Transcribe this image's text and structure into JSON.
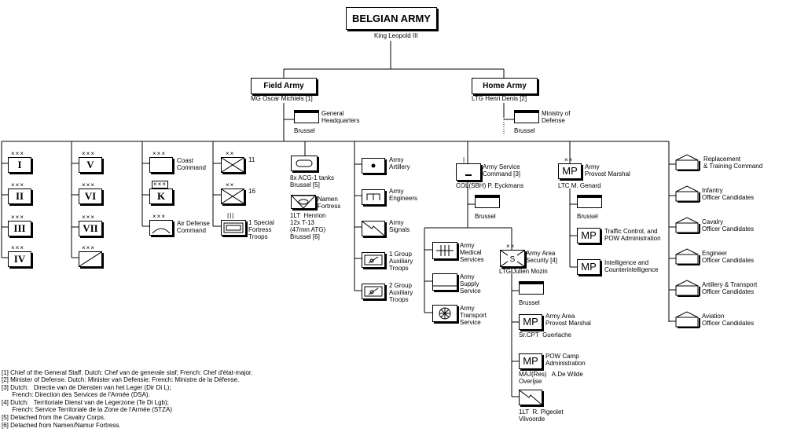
{
  "root": {
    "title": "BELGIAN ARMY",
    "commander": "King Leopold III"
  },
  "field_army": {
    "title": "Field Army",
    "commander": "MG  Oscar Michiels [1]"
  },
  "home_army": {
    "title": "Home Army",
    "commander": "LTG  Henri Denis [2]"
  },
  "general_hq": {
    "label": "General\nHeadquarters",
    "location": "Brussel"
  },
  "ministry": {
    "label": "Ministry of\nDefense",
    "location": "Brussel"
  },
  "corps": [
    "I",
    "II",
    "III",
    "IV",
    "V",
    "VI",
    "VII"
  ],
  "cavalry_mark": "K",
  "coast_command": "Coast\nCommand",
  "air_defense": "Air Defense\nCommand",
  "div_11": "11",
  "div_16": "16",
  "fortress_troops": "1 Special\nFortress\nTroops",
  "tanks": {
    "label": "8x ACG-1 tanks\nBrussel [5]"
  },
  "namen": {
    "label": "Namen\nFortress",
    "detail": "1LT  Henrion\n12x T-13\n(47mm ATG)\nBrussel [6]"
  },
  "army_troops": [
    "Army\nArtillery",
    "Army\nEngineers",
    "Army\nSignals",
    "1 Group\nAuxiliary\nTroops",
    "2 Group\nAuxiliary\nTroops"
  ],
  "asc": {
    "label": "Army Service\nCommand [3]",
    "commander": "COL(SBH)  P. Eyckmans",
    "location": "Brussel"
  },
  "asc_services": [
    "Army\nMedical\nServices",
    "Army\nSupply\nService",
    "Army\nTransport\nService"
  ],
  "aas": {
    "label": "Army Area\nSecurity [4]",
    "mark": "S",
    "commander": "LTG  Julien Mozin",
    "location": "Brussel"
  },
  "aas_units": [
    {
      "label": "Army Area\nProvost Marshal",
      "detail": "Sr.CPT  Guerlache"
    },
    {
      "label": "POW Camp\nAdministration",
      "detail": "MAJ(Res)   A.De Wilde\nOverijse"
    },
    {
      "label": "",
      "detail": "1LT  R. Pigeolet\nVilvoorde"
    }
  ],
  "apm": {
    "label": "Army\nProvost Marshal",
    "commander": "LTC  M. Genard",
    "location": "Brussel"
  },
  "apm_units": [
    "Traffic Control, and\nPOW Administration",
    "Intelligence and\nCounterintelligence"
  ],
  "mp_mark": "MP",
  "schools": [
    "Replacement\n& Training Command",
    "Infantry\nOfficer Candidates",
    "Cavalry\nOfficer Candidates",
    "Engineer\nOfficer Candidates",
    "Artillery & Transport\nOfficer Candidates",
    "Aviation\nOfficer Candidates"
  ],
  "footnotes": [
    "[1] Chief of the General Staff. Dutch: Chef van de generale staf; French: Chef d'état-major.",
    "[2] Minister of Defense. Dutch: Minister van Defensie; French: Ministre de la Défense.",
    "[3] Dutch:   Directie van de Diensten van het Leger (Dir Di L);",
    "      French: Direction des Services de l'Armée (DSA).",
    "[4] Dutch:   Territoriale Dienst van de Legerzone (Te Di Lgb);",
    "      French: Service Territoriale de la Zone de l'Armée (STZA)",
    "[5] Detached from the Cavalry Corps.",
    "[6] Detached from Namen/Namur Fortress."
  ]
}
